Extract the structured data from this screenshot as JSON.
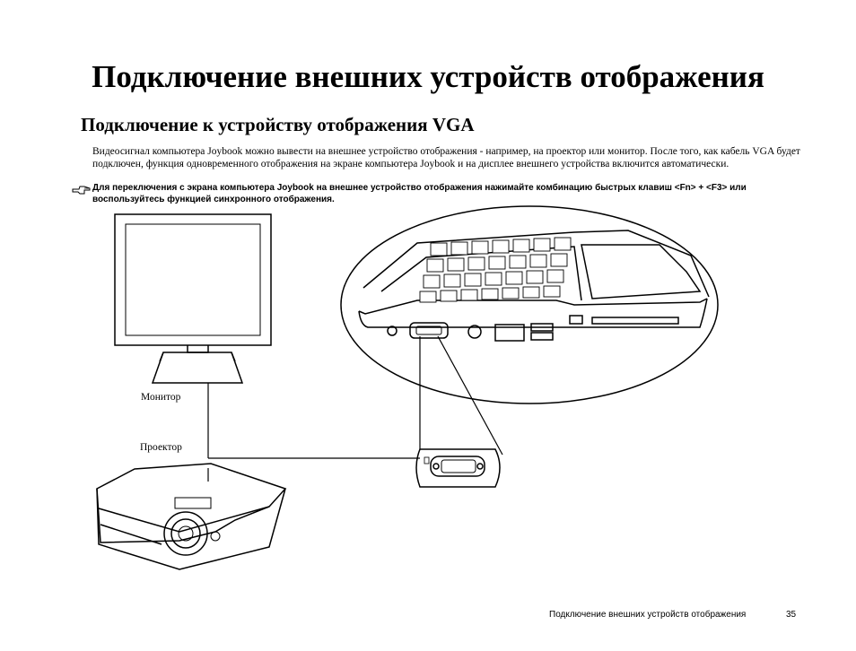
{
  "page": {
    "title": "Подключение внешних устройств отображения",
    "subtitle": "Подключение к устройству отображения VGA",
    "body": "Видеосигнал компьютера Joybook можно вывести на внешнее устройство отображения - например, на проектор или монитор. После того, как кабель VGA будет подключен, функция одновременного отображения на экране компьютера Joybook и на дисплее внешнего устройства включится автоматически.",
    "note": "Для переключения с экрана компьютера Joybook на внешнее устройство отображения нажимайте комбинацию быстрых клавиш <Fn> + <F3> или воспользуйтесь функцией синхронного отображения."
  },
  "diagram": {
    "monitor_label": "Монитор",
    "projector_label": "Проектор",
    "icons": [
      "monitor-illustration",
      "projector-illustration",
      "laptop-port-illustration",
      "vga-port-illustration",
      "note-hand-icon"
    ]
  },
  "footer": {
    "section_title": "Подключение внешних устройств отображения",
    "page_number": "35"
  }
}
